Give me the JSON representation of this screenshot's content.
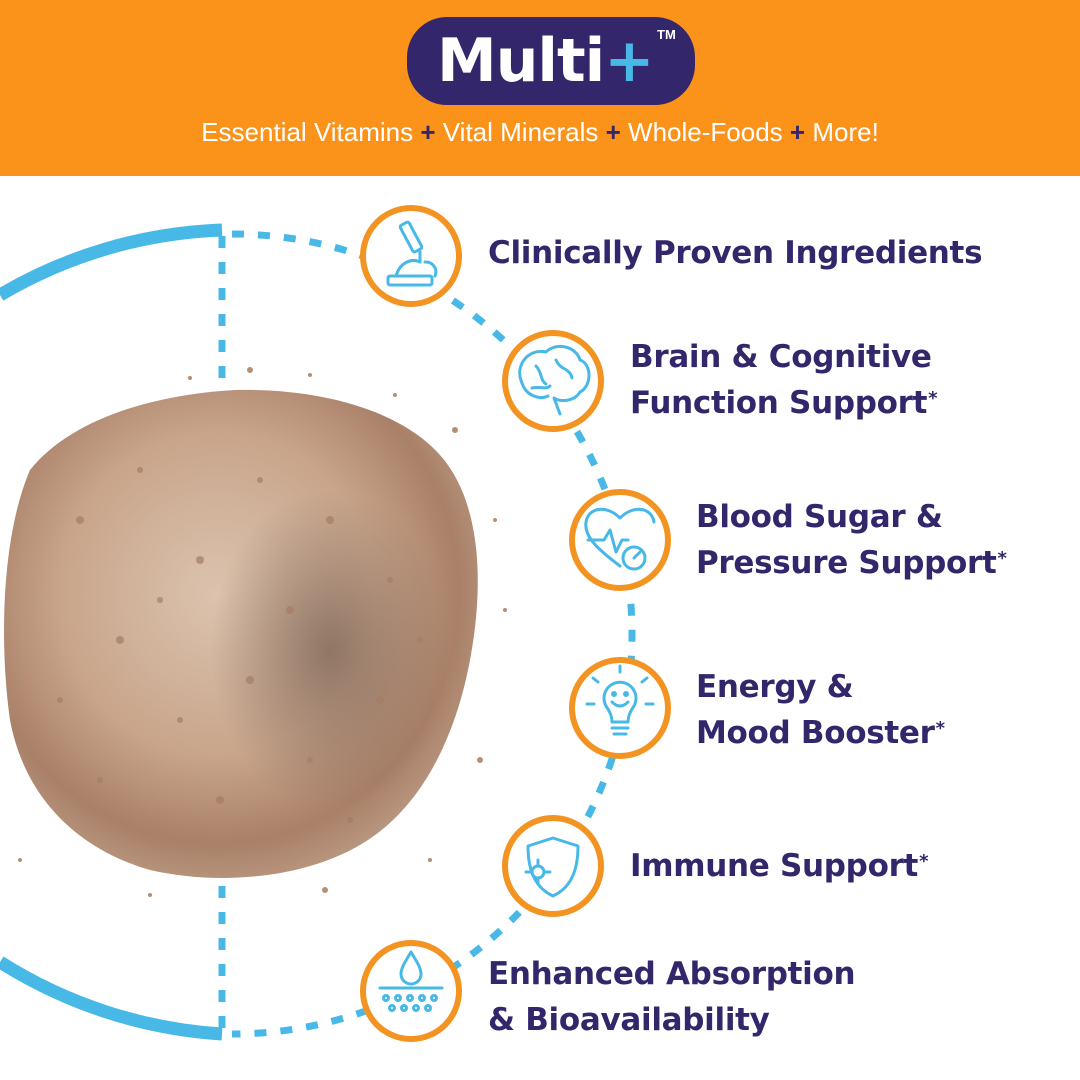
{
  "brand": {
    "name": "Multi",
    "plus": "+",
    "trademark": "TM"
  },
  "tagline": {
    "part1": "Essential Vitamins",
    "part2": "Vital Minerals",
    "part3": "Whole-Foods",
    "part4": "More!",
    "separator": "+"
  },
  "benefits": [
    {
      "icon": "microscope-icon",
      "line1": "Clinically Proven Ingredients",
      "line2": "",
      "asterisk": ""
    },
    {
      "icon": "brain-icon",
      "line1": "Brain & Cognitive",
      "line2": "Function Support",
      "asterisk": "*"
    },
    {
      "icon": "heart-gauge-icon",
      "line1": "Blood Sugar &",
      "line2": "Pressure Support",
      "asterisk": "*"
    },
    {
      "icon": "lightbulb-icon",
      "line1": "Energy &",
      "line2": "Mood Booster",
      "asterisk": "*"
    },
    {
      "icon": "shield-icon",
      "line1": "Immune Support",
      "line2": "",
      "asterisk": "*"
    },
    {
      "icon": "droplet-absorption-icon",
      "line1": "Enhanced Absorption",
      "line2": "& Bioavailability",
      "asterisk": ""
    }
  ],
  "colors": {
    "banner": "#fb931b",
    "navy": "#33266b",
    "sky_blue": "#48b9e6",
    "icon_ring": "#f29322",
    "powder": "#c9a88f"
  }
}
